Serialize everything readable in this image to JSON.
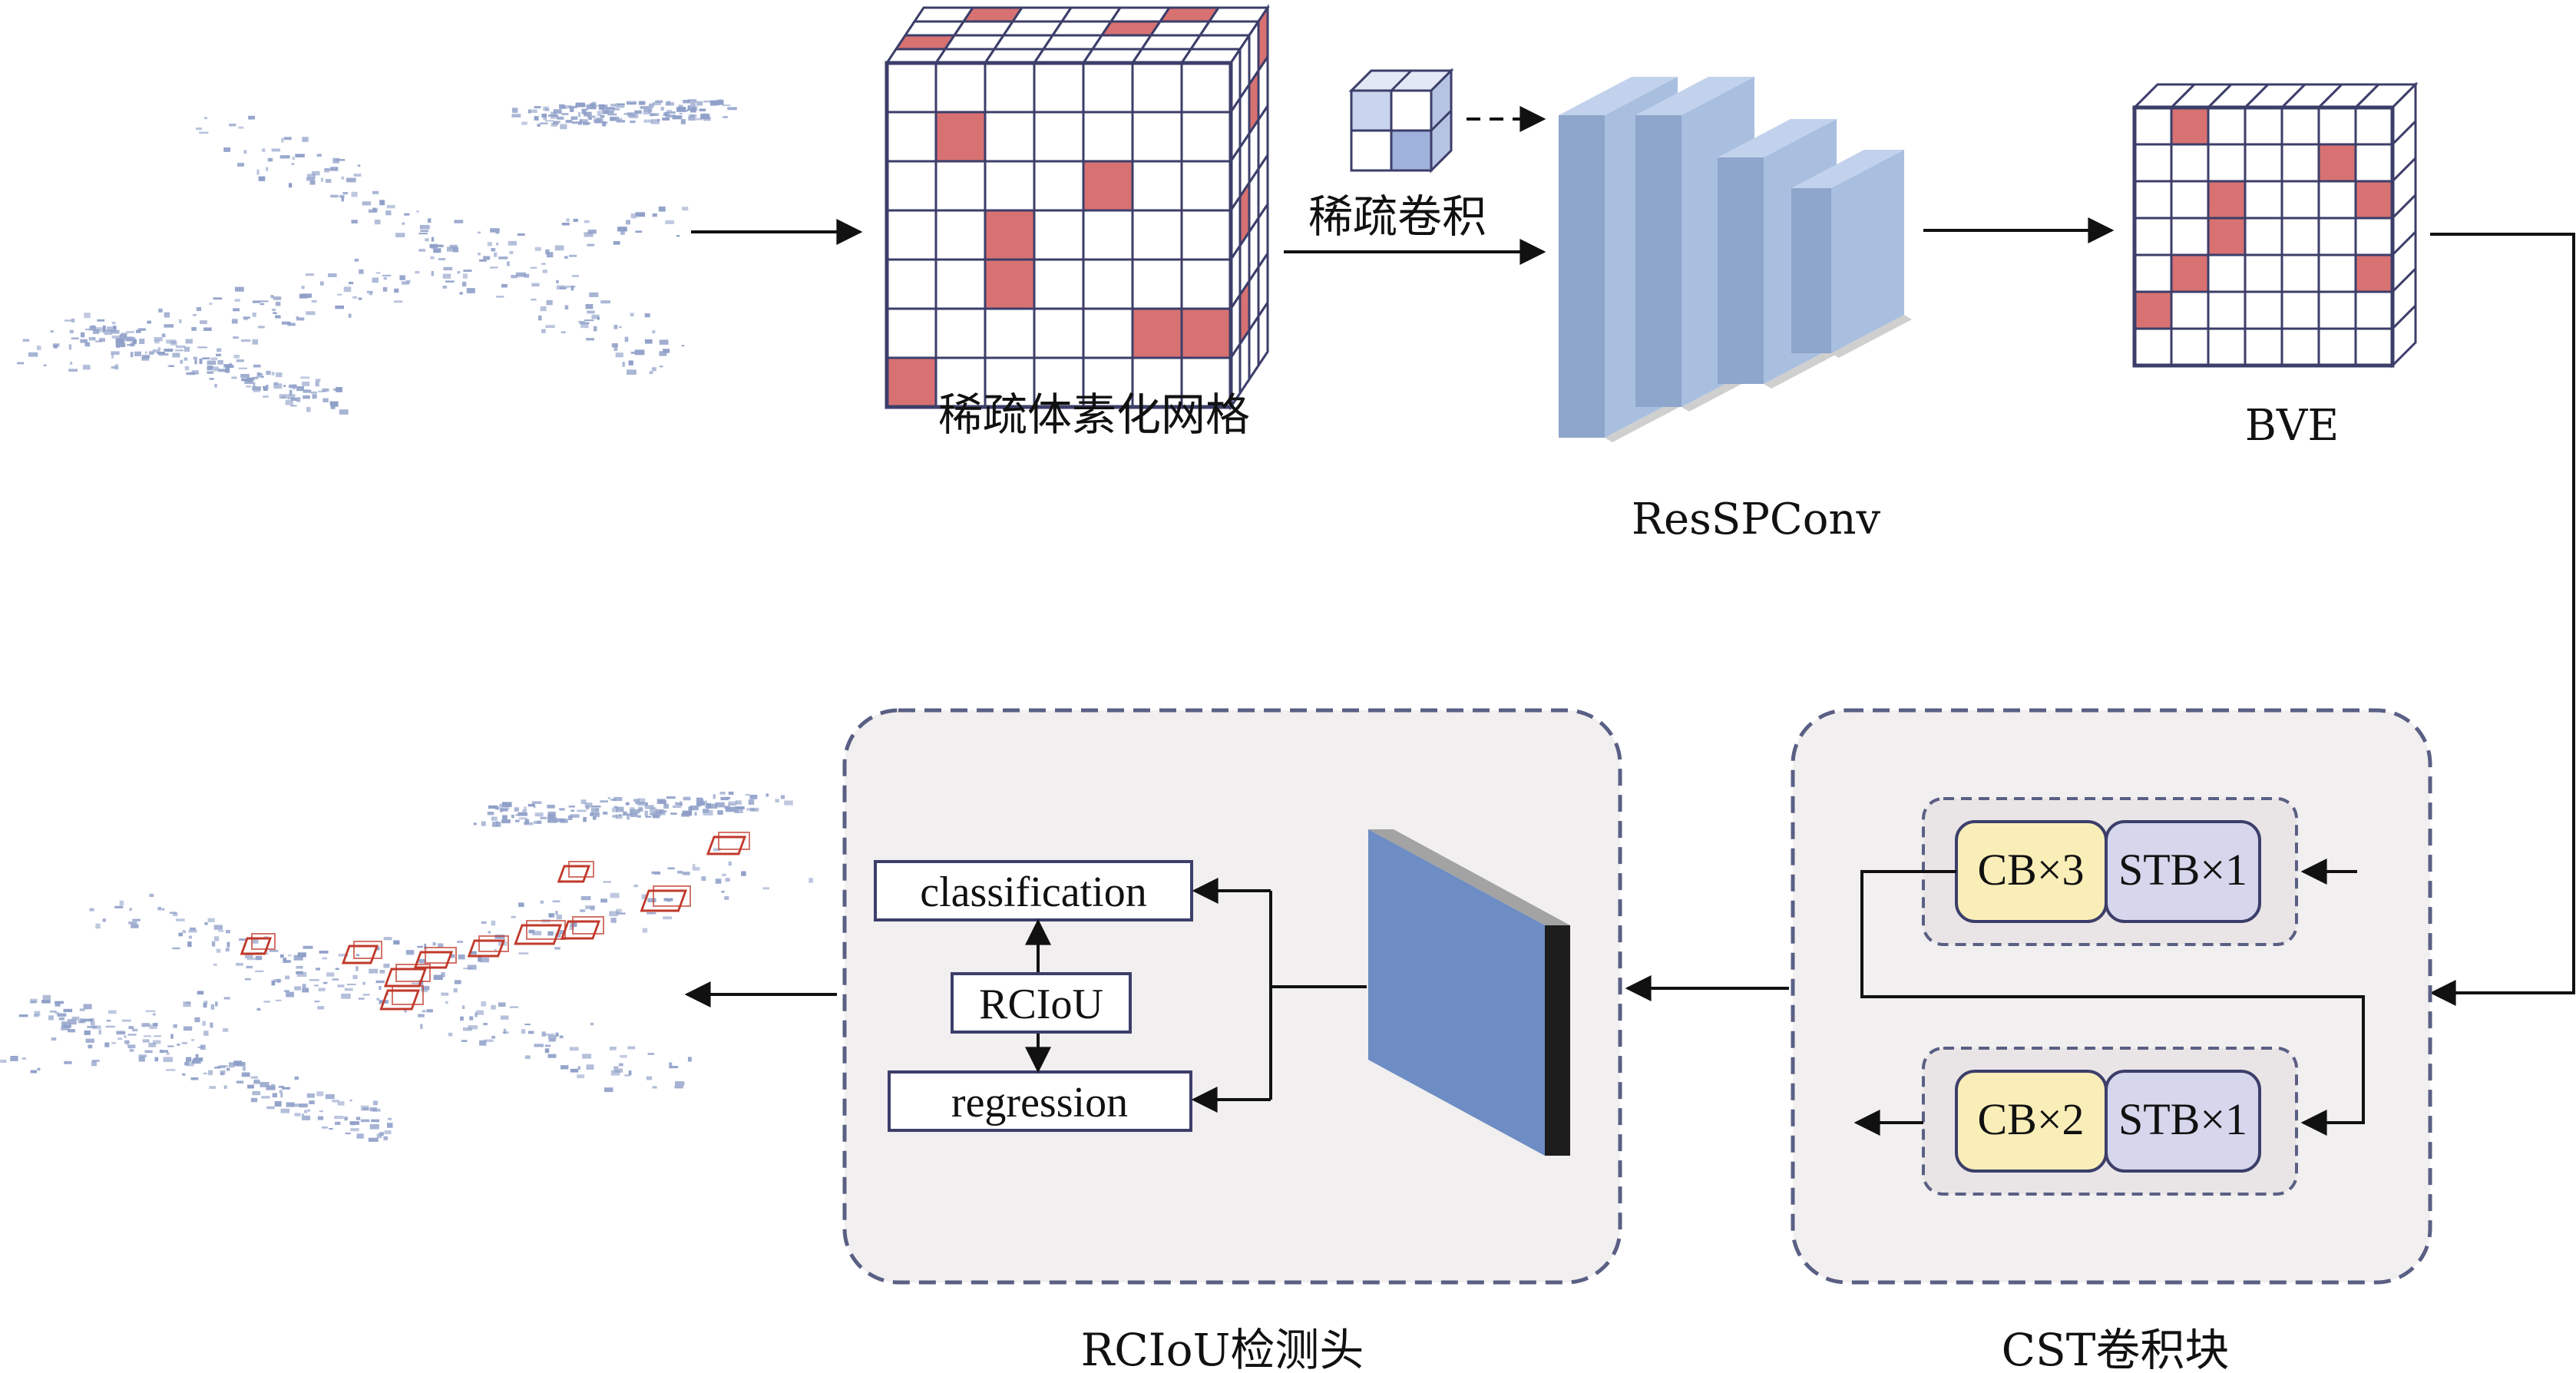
{
  "labels": {
    "sparse_voxel_grid": "稀疏体素化网格",
    "sparse_conv": "稀疏卷积",
    "resspconv": "ResSPConv",
    "bve": "BVE",
    "rciou_head": "RCIoU检测头",
    "cst_block": "CST卷积块"
  },
  "head_boxes": {
    "classification": "classification",
    "rciou": "RCIoU",
    "regression": "regression"
  },
  "cst_rows": [
    {
      "cb": "CB×3",
      "stb": "STB×1"
    },
    {
      "cb": "CB×2",
      "stb": "STB×1"
    }
  ],
  "colors": {
    "voxel_red": "#d87272",
    "grid_line": "#3c3e6a",
    "conv_blue_front": "#a9bfe0",
    "conv_blue_side": "#8ea5cc",
    "feature_blue": "#6d8dc4",
    "panel_bg": "#f1efef",
    "panel_border": "#5a5f84",
    "cb_yellow": "#f9eeb8",
    "stb_lavender": "#d6d6ec",
    "point_cloud": "#8f9fc8",
    "box_red": "#c0392b"
  }
}
